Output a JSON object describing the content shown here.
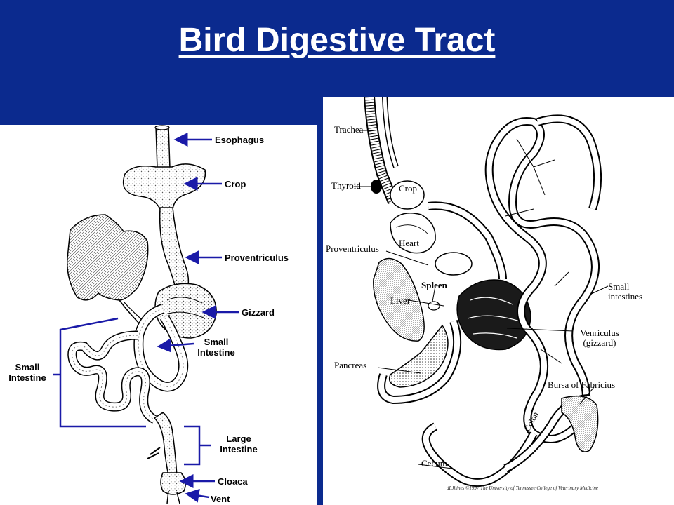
{
  "slide": {
    "title": "Bird Digestive Tract",
    "background_color": "#0b2a8e",
    "title_color": "#ffffff",
    "arrow_color": "#1a1aa8"
  },
  "left_diagram": {
    "labels": {
      "esophagus": "Esophagus",
      "crop": "Crop",
      "proventriculus": "Proventriculus",
      "gizzard": "Gizzard",
      "small_intestine_right": [
        "Small",
        "Intestine"
      ],
      "small_intestine_left": [
        "Small",
        "Intestine"
      ],
      "large_intestine": [
        "Large",
        "Intestine"
      ],
      "cloaca": "Cloaca",
      "vent": "Vent"
    }
  },
  "right_diagram": {
    "labels": {
      "trachea": "Trachea",
      "thyroid": "Thyroid",
      "crop": "Crop",
      "heart": "Heart",
      "proventriculus": "Proventriculus",
      "spleen": "Spleen",
      "liver": "Liver",
      "pancreas": "Pancreas",
      "small_intestines": [
        "Small",
        "intestines"
      ],
      "ventriculus": [
        "Venriculus",
        "(gizzard)"
      ],
      "bursa": "Bursa of Fabricius",
      "colon": "Colon",
      "cecum": "Cecum"
    },
    "copyright": "dLJhines ©1997 The University of Tennessee College of Veterinary Medicine"
  }
}
